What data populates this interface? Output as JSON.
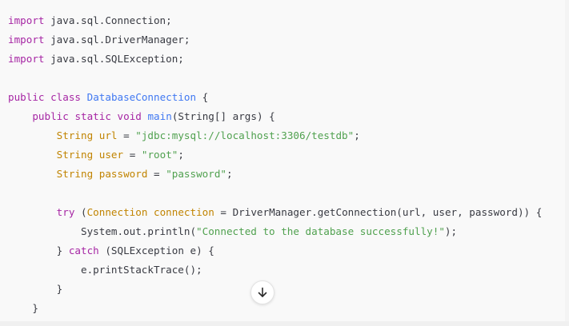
{
  "code": {
    "language": "java",
    "lines": [
      [
        {
          "t": "import",
          "c": "kw"
        },
        {
          "t": " java.sql.Connection;",
          "c": "plain"
        }
      ],
      [
        {
          "t": "import",
          "c": "kw"
        },
        {
          "t": " java.sql.DriverManager;",
          "c": "plain"
        }
      ],
      [
        {
          "t": "import",
          "c": "kw"
        },
        {
          "t": " java.sql.SQLException;",
          "c": "plain"
        }
      ],
      [],
      [
        {
          "t": "public",
          "c": "kw"
        },
        {
          "t": " ",
          "c": "plain"
        },
        {
          "t": "class",
          "c": "kw"
        },
        {
          "t": " ",
          "c": "plain"
        },
        {
          "t": "DatabaseConnection",
          "c": "fn"
        },
        {
          "t": " {",
          "c": "plain"
        }
      ],
      [
        {
          "t": "    ",
          "c": "plain"
        },
        {
          "t": "public",
          "c": "kw"
        },
        {
          "t": " ",
          "c": "plain"
        },
        {
          "t": "static",
          "c": "kw"
        },
        {
          "t": " ",
          "c": "plain"
        },
        {
          "t": "void",
          "c": "kw"
        },
        {
          "t": " ",
          "c": "plain"
        },
        {
          "t": "main",
          "c": "fn"
        },
        {
          "t": "(String[] args) {",
          "c": "plain"
        }
      ],
      [
        {
          "t": "        ",
          "c": "plain"
        },
        {
          "t": "String",
          "c": "type"
        },
        {
          "t": " ",
          "c": "plain"
        },
        {
          "t": "url",
          "c": "type"
        },
        {
          "t": " = ",
          "c": "plain"
        },
        {
          "t": "\"jdbc:mysql://localhost:3306/testdb\"",
          "c": "str"
        },
        {
          "t": ";",
          "c": "plain"
        }
      ],
      [
        {
          "t": "        ",
          "c": "plain"
        },
        {
          "t": "String",
          "c": "type"
        },
        {
          "t": " ",
          "c": "plain"
        },
        {
          "t": "user",
          "c": "type"
        },
        {
          "t": " = ",
          "c": "plain"
        },
        {
          "t": "\"root\"",
          "c": "str"
        },
        {
          "t": ";",
          "c": "plain"
        }
      ],
      [
        {
          "t": "        ",
          "c": "plain"
        },
        {
          "t": "String",
          "c": "type"
        },
        {
          "t": " ",
          "c": "plain"
        },
        {
          "t": "password",
          "c": "type"
        },
        {
          "t": " = ",
          "c": "plain"
        },
        {
          "t": "\"password\"",
          "c": "str"
        },
        {
          "t": ";",
          "c": "plain"
        }
      ],
      [],
      [
        {
          "t": "        ",
          "c": "plain"
        },
        {
          "t": "try",
          "c": "kw"
        },
        {
          "t": " (",
          "c": "plain"
        },
        {
          "t": "Connection",
          "c": "type"
        },
        {
          "t": " ",
          "c": "plain"
        },
        {
          "t": "connection",
          "c": "type"
        },
        {
          "t": " = DriverManager.getConnection(url, user, password)) {",
          "c": "plain"
        }
      ],
      [
        {
          "t": "            System.out.println(",
          "c": "plain"
        },
        {
          "t": "\"Connected to the database successfully!\"",
          "c": "str"
        },
        {
          "t": ");",
          "c": "plain"
        }
      ],
      [
        {
          "t": "        } ",
          "c": "plain"
        },
        {
          "t": "catch",
          "c": "kw"
        },
        {
          "t": " (SQLException e) {",
          "c": "plain"
        }
      ],
      [
        {
          "t": "            e.printStackTrace();",
          "c": "plain"
        }
      ],
      [
        {
          "t": "        }",
          "c": "plain"
        }
      ],
      [
        {
          "t": "    }",
          "c": "plain"
        }
      ]
    ]
  },
  "scroll_button": {
    "icon": "arrow-down-icon"
  },
  "colors": {
    "keyword": "#a626a4",
    "type": "#c18401",
    "function": "#4078f2",
    "string": "#50a14f",
    "plain": "#383a42",
    "background": "#f9f9f9"
  }
}
